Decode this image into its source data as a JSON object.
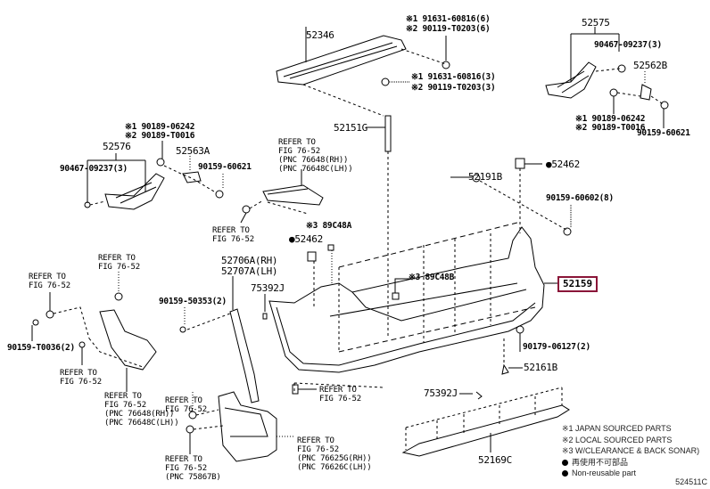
{
  "diagram": {
    "title_code": "524511C",
    "highlight_color": "#8a1538",
    "highlighted_part": "52159",
    "parts": {
      "p52346": "52346",
      "p52346_bolt_a": "※1 91631-60816(6)",
      "p52346_bolt_b": "※2 90119-T0203(6)",
      "p52151_bolt_a": "※1 91631-60816(3)",
      "p52151_bolt_b": "※2 90119-T0203(3)",
      "p52151G": "52151G",
      "p52575": "52575",
      "p52575_screw": "90467-09237(3)",
      "p52562B": "52562B",
      "p52562B_clip_a": "※1 90189-06242",
      "p52562B_clip_b": "※2 90189-T0016",
      "p52562B_screw": "90159-60621",
      "p52576": "52576",
      "p52576_clip_a": "※1 90189-06242",
      "p52576_clip_b": "※2 90189-T0016",
      "p52576_screw": "90467-09237(3)",
      "p52563A": "52563A",
      "p52563A_screw": "90159-60621",
      "p52462_right": "●52462",
      "p52191B": "52191B",
      "p90159_60602": "90159-60602(8)",
      "p89C48A": "※3 89C48A",
      "p52462_left": "●52462",
      "p52706A": "52706A(RH)",
      "p52707A": "52707A(LH)",
      "p75392J_top": "75392J",
      "p90159_50353": "90159-50353(2)",
      "p89C48B": "※3 89C48B",
      "p52159": "52159",
      "p90179": "90179-06127(2)",
      "p52161B": "52161B",
      "p90159_T0036": "90159-T0036(2)",
      "p75392J_bottom": "75392J",
      "p52169C": "52169C"
    },
    "references": {
      "ref_top_center": "REFER TO\nFIG 76-52\n(PNC 76648(RH))\n(PNC 76648C(LH))",
      "ref_upper_left": "REFER TO\nFIG 76-52",
      "ref_left_a": "REFER TO\nFIG 76-52",
      "ref_left_b": "REFER TO\nFIG 76-52",
      "ref_left_c": "REFER TO\nFIG 76-52",
      "ref_left_d": "REFER TO\nFIG 76-52\n(PNC 76648(RH))\n(PNC 76648C(LH))",
      "ref_mudguard_a": "REFER TO\nFIG 76-52",
      "ref_mudguard_b": "REFER TO\nFIG 76-52\n(PNC 75867B)",
      "ref_mudguard_c": "REFER TO\nFIG 76-52\n(PNC 76625G(RH))\n(PNC 76626C(LH))",
      "ref_bottom_bolt": "REFER TO\nFIG 76-52"
    },
    "legend": {
      "note1": "※1 JAPAN SOURCED PARTS",
      "note2": "※2 LOCAL SOURCED PARTS",
      "note3": "※3 W/CLEARANCE & BACK SONAR)",
      "nonreusable_jp": "再使用不可部品",
      "nonreusable_en": "Non-reusable part"
    }
  }
}
